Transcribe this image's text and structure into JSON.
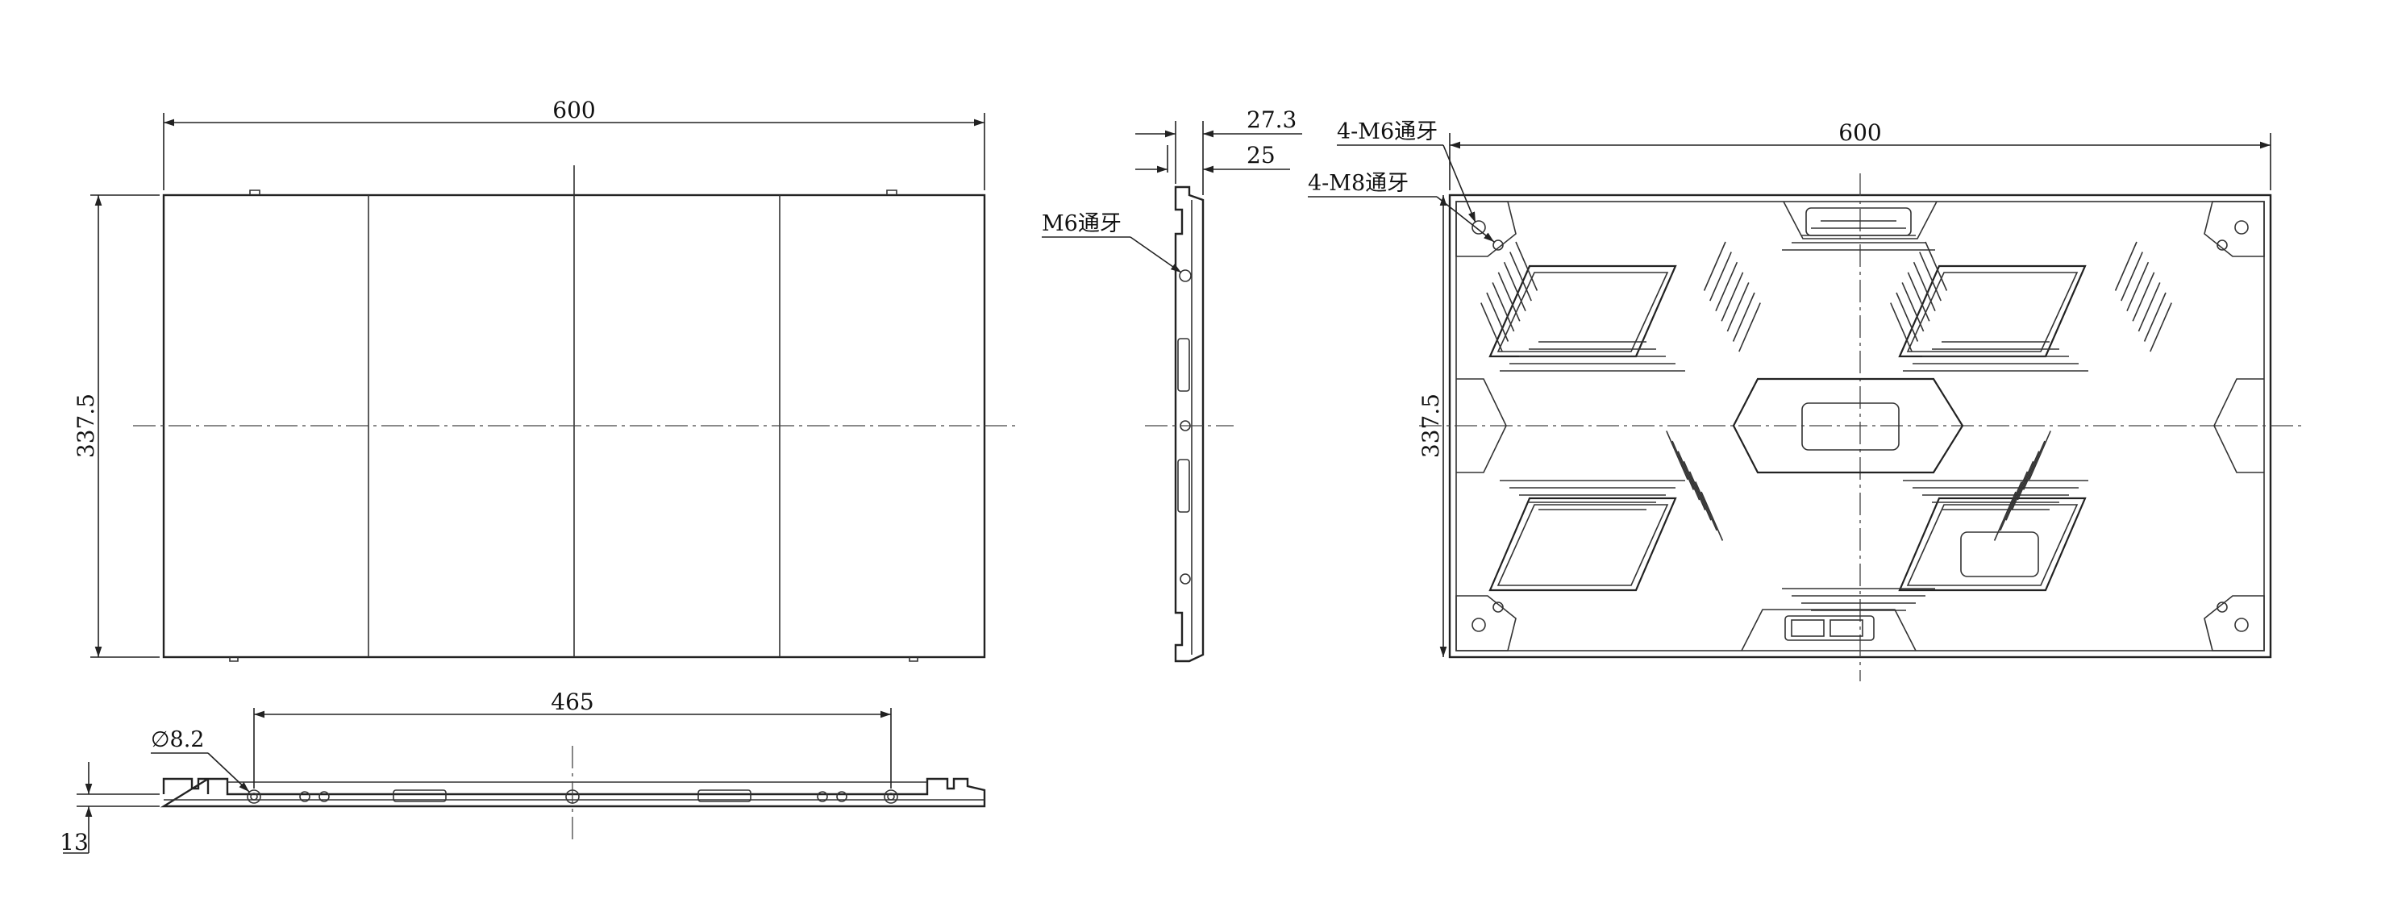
{
  "front_view": {
    "width_dim": "600",
    "height_dim": "337.5"
  },
  "bottom_view": {
    "span_dim": "465",
    "hole_dim": "∅8.2",
    "thickness_dim": "13"
  },
  "side_view": {
    "depth_total_dim": "27.3",
    "depth_body_dim": "25",
    "thread_label": "M6通牙"
  },
  "rear_view": {
    "width_dim": "600",
    "height_dim": "337.5",
    "m6_label": "4-M6通牙",
    "m8_label": "4-M8通牙"
  },
  "colors": {
    "line": "#222222",
    "background": "#ffffff"
  }
}
